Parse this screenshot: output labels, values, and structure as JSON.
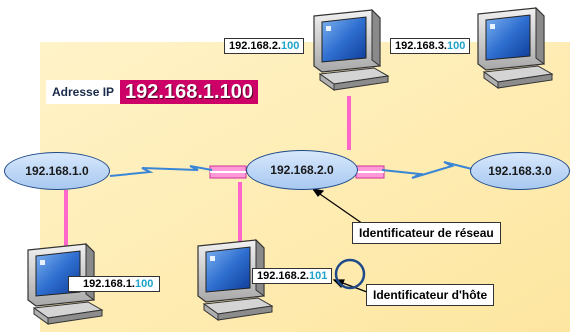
{
  "address_box": {
    "label": "Adresse IP",
    "value": "192.168.1.100"
  },
  "networks": [
    {
      "label": "192.168.1.0"
    },
    {
      "label": "192.168.2.0"
    },
    {
      "label": "192.168.3.0"
    }
  ],
  "hosts": [
    {
      "prefix": "192.168.2.",
      "host": "100"
    },
    {
      "prefix": "192.168.3.",
      "host": "100"
    },
    {
      "prefix": "192.168.1.",
      "host": "100"
    },
    {
      "prefix": "192.168.2.",
      "host": "101"
    }
  ],
  "callouts": {
    "network_id": "Identificateur de réseau",
    "host_id": "Identificateur d'hôte"
  },
  "colors": {
    "background_region": "#fdecb0",
    "link": "#ff66cc",
    "serial_link": "#3a86d6",
    "address_highlight": "#cc0066",
    "host_part": "#1ea3c9"
  }
}
